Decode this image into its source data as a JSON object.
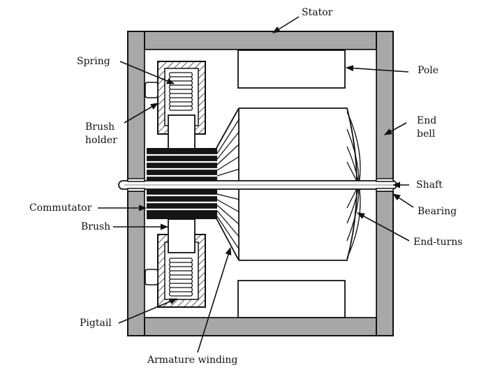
{
  "diagram": {
    "labels": {
      "stator": "Stator",
      "spring": "Spring",
      "pole": "Pole",
      "end_bell_line1": "End",
      "end_bell_line2": "bell",
      "brush_holder_line1": "Brush",
      "brush_holder_line2": "holder",
      "shaft": "Shaft",
      "commutator": "Commutator",
      "bearing": "Bearing",
      "brush": "Brush",
      "end_turns": "End-turns",
      "pigtail": "Pigtail",
      "armature_winding": "Armature winding"
    },
    "colors": {
      "frame": "#a8a8a8",
      "ink": "#111111",
      "commutator": "#151515",
      "background": "#ffffff"
    }
  }
}
